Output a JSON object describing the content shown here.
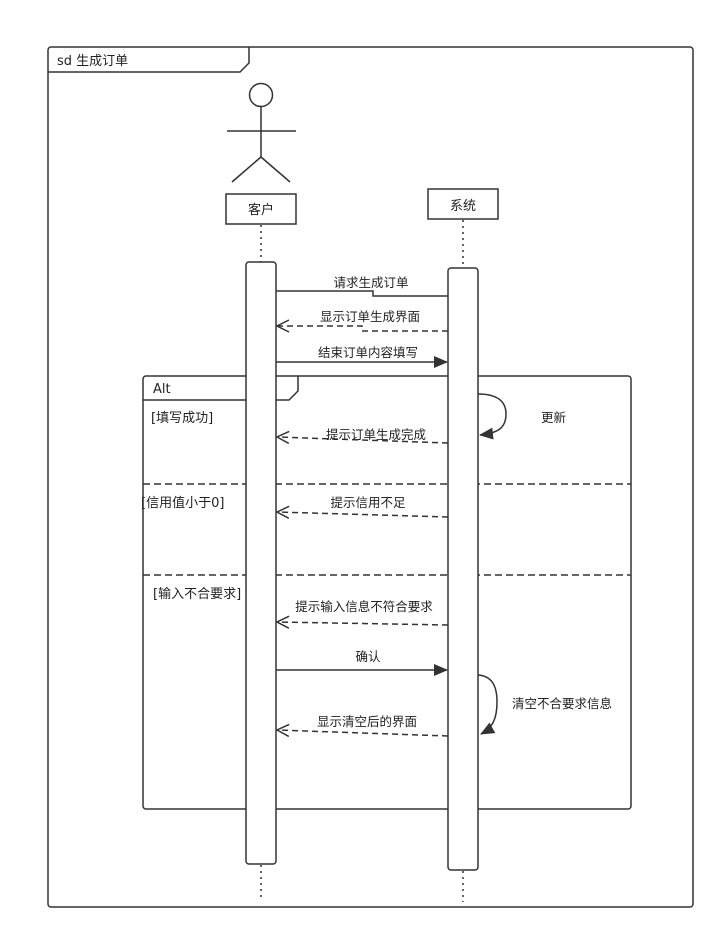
{
  "frame": {
    "title": "sd 生成订单"
  },
  "actors": {
    "customer": {
      "label": "客户"
    },
    "system": {
      "label": "系统"
    }
  },
  "messages": [
    {
      "label": "请求生成订单",
      "type": "sync"
    },
    {
      "label": "显示订单生成界面",
      "type": "reply"
    },
    {
      "label": "结束订单内容填写",
      "type": "sync"
    }
  ],
  "alt": {
    "label": "Alt",
    "self_message_1": "更新",
    "self_message_2": "清空不合要求信息",
    "operands": [
      {
        "guard": "[填写成功]",
        "messages": [
          "提示订单生成完成"
        ]
      },
      {
        "guard": "[信用值小于0]",
        "messages": [
          "提示信用不足"
        ]
      },
      {
        "guard": "[输入不合要求]",
        "messages": [
          "提示输入信息不符合要求",
          "确认",
          "显示清空后的界面"
        ]
      }
    ]
  }
}
